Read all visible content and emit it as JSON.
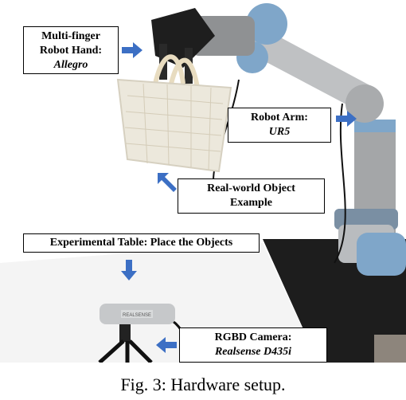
{
  "labels": {
    "hand": {
      "line1": "Multi-finger",
      "line2": "Robot Hand:",
      "model": "Allegro"
    },
    "arm": {
      "line1": "Robot Arm:",
      "model": "UR5"
    },
    "object": {
      "line1": "Real-world Object",
      "line2": "Example"
    },
    "table": {
      "line1": "Experimental Table: Place the Objects"
    },
    "camera": {
      "line1": "RGBD Camera:",
      "model": "Realsense D435i"
    }
  },
  "camera_brand": "REALSENSE",
  "caption": "Fig. 3: Hardware setup.",
  "colors": {
    "arrow": "#3c6fc4",
    "robot_blue": "#7fa6c9",
    "robot_gray": "#9a9c9e"
  }
}
